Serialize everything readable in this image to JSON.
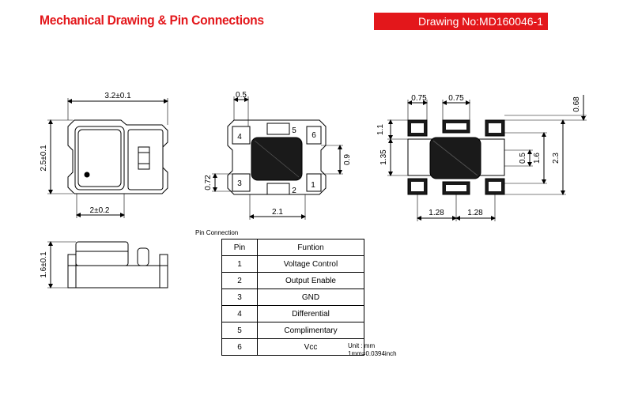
{
  "header": {
    "title": "Mechanical Drawing & Pin Connections",
    "drawing_no": "Drawing No:MD160046-1"
  },
  "top_view": {
    "width_dim": "3.2±0.1",
    "height_dim": "2.5±0.1",
    "bottom_dim": "2±0.2"
  },
  "side_view": {
    "height_dim": "1.6±0.1"
  },
  "bottom_view": {
    "pad_width_dim": "0.5",
    "pad_height_dim": "0.72",
    "pitch_dim": "2.1",
    "right_dim": "0.9",
    "pins": [
      "1",
      "2",
      "3",
      "4",
      "5",
      "6"
    ]
  },
  "land_pattern": {
    "pad_w1": "0.75",
    "pad_w2": "0.75",
    "top_left_dim": "1.1",
    "left_dim": "1.35",
    "right_small": "0.68",
    "right_a": "0.5",
    "right_b": "1.6",
    "right_c": "2.3",
    "bottom_left": "1.28",
    "bottom_right": "1.28"
  },
  "pin_table": {
    "caption": "Pin Connection",
    "headers": [
      "Pin",
      "Funtion"
    ],
    "rows": [
      [
        "1",
        "Voltage Control"
      ],
      [
        "2",
        "Output Enable"
      ],
      [
        "3",
        "GND"
      ],
      [
        "4",
        "Differential"
      ],
      [
        "5",
        "Complimentary"
      ],
      [
        "6",
        "Vcc"
      ]
    ]
  },
  "units": {
    "line1": "Unit : mm",
    "line2": "1mm=0.0394inch"
  }
}
